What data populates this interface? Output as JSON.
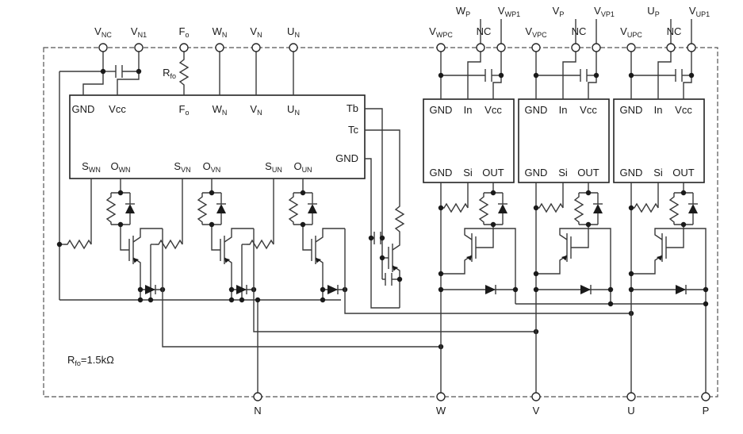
{
  "diagram_type": "IPM internal equivalent circuit schematic",
  "colors": {
    "line": "#3a3a3a",
    "background": "#ffffff",
    "text": "#1a1a1a"
  },
  "labels": {
    "row1": [
      {
        "t": "W",
        "s": "P"
      },
      {
        "t": "V",
        "s": "WP1"
      },
      {
        "t": "V",
        "s": "P"
      },
      {
        "t": "V",
        "s": "VP1"
      },
      {
        "t": "U",
        "s": "P"
      },
      {
        "t": "V",
        "s": "UP1"
      }
    ],
    "row2": [
      {
        "t": "V",
        "s": "NC"
      },
      {
        "t": "V",
        "s": "N1"
      },
      {
        "t": "F",
        "s": "o"
      },
      {
        "t": "W",
        "s": "N"
      },
      {
        "t": "V",
        "s": "N"
      },
      {
        "t": "U",
        "s": "N"
      },
      {
        "t": "V",
        "s": "WPC"
      },
      {
        "t": "NC",
        "s": ""
      },
      {
        "t": "V",
        "s": "VPC"
      },
      {
        "t": "NC",
        "s": ""
      },
      {
        "t": "V",
        "s": "UPC"
      },
      {
        "t": "NC",
        "s": ""
      }
    ],
    "bottom": [
      {
        "t": "N",
        "s": ""
      },
      {
        "t": "W",
        "s": ""
      },
      {
        "t": "V",
        "s": ""
      },
      {
        "t": "U",
        "s": ""
      },
      {
        "t": "P",
        "s": ""
      }
    ],
    "low_top": [
      {
        "t": "GND",
        "s": ""
      },
      {
        "t": "Vcc",
        "s": ""
      },
      {
        "t": "F",
        "s": "o"
      },
      {
        "t": "W",
        "s": "N"
      },
      {
        "t": "V",
        "s": "N"
      },
      {
        "t": "U",
        "s": "N"
      }
    ],
    "low_right": [
      {
        "t": "Tb",
        "s": ""
      },
      {
        "t": "Tc",
        "s": ""
      },
      {
        "t": "GND",
        "s": ""
      }
    ],
    "low_bottom": [
      {
        "t": "S",
        "s": "WN"
      },
      {
        "t": "O",
        "s": "WN"
      },
      {
        "t": "S",
        "s": "VN"
      },
      {
        "t": "O",
        "s": "VN"
      },
      {
        "t": "S",
        "s": "UN"
      },
      {
        "t": "O",
        "s": "UN"
      }
    ],
    "hi_top": [
      {
        "t": "GND",
        "s": ""
      },
      {
        "t": "In",
        "s": ""
      },
      {
        "t": "Vcc",
        "s": ""
      }
    ],
    "hi_bottom": [
      {
        "t": "GND",
        "s": ""
      },
      {
        "t": "Si",
        "s": ""
      },
      {
        "t": "OUT",
        "s": ""
      }
    ],
    "rfo": {
      "t": "R",
      "s": "fo"
    },
    "note": {
      "t": "R",
      "s": "fo",
      "p": "=1.5kΩ"
    }
  }
}
